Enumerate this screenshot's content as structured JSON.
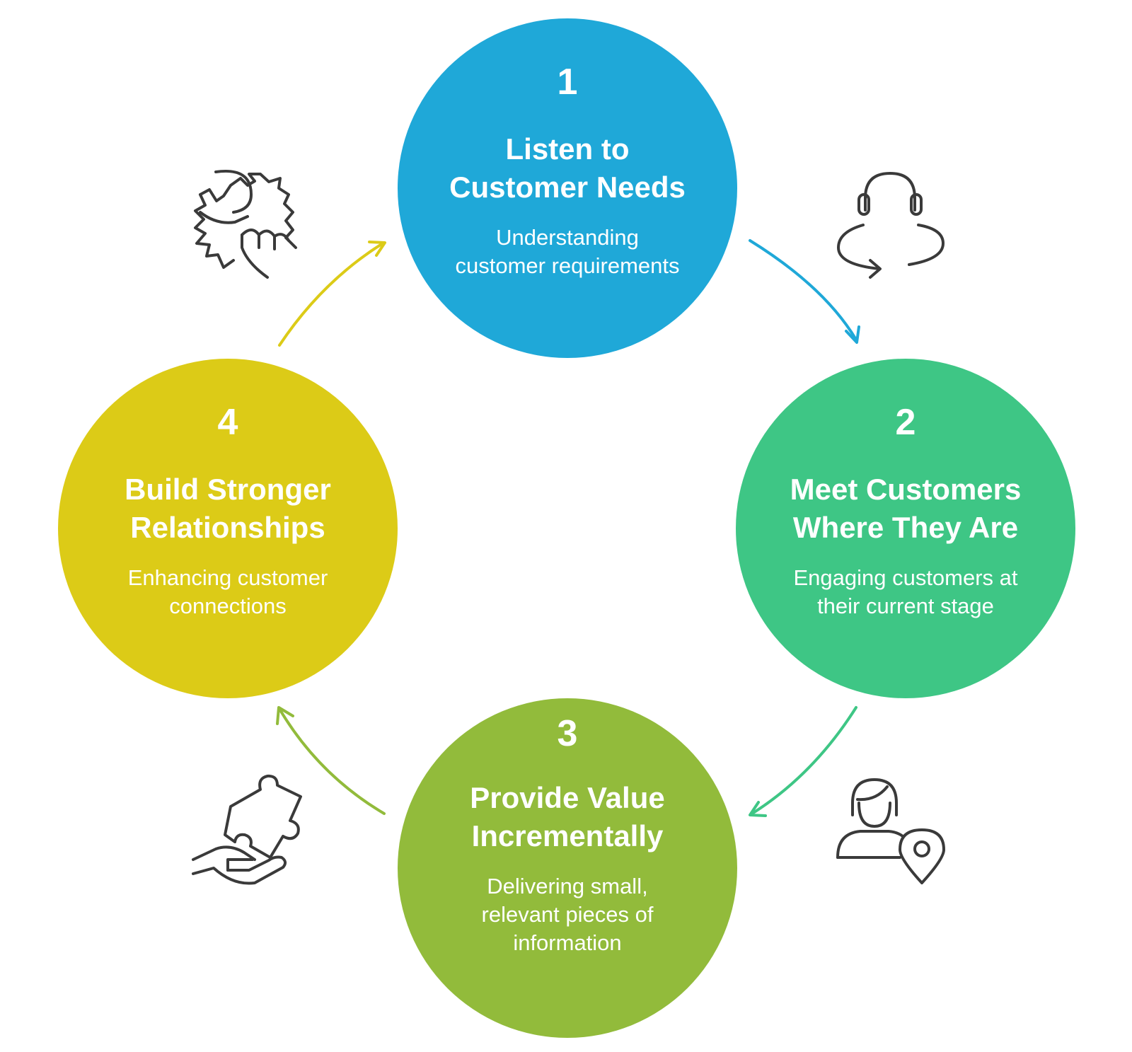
{
  "colors": {
    "step1": "#1fa8d8",
    "step2": "#3ec685",
    "step3": "#92bb3b",
    "step4": "#dccb17",
    "icon": "#3a3a3a"
  },
  "steps": [
    {
      "number": "1",
      "title_line1": "Listen to",
      "title_line2": "Customer Needs",
      "desc_line1": "Understanding",
      "desc_line2": "customer requirements",
      "desc_line3": "",
      "icon": "headset-cycle-icon"
    },
    {
      "number": "2",
      "title_line1": "Meet Customers",
      "title_line2": "Where They Are",
      "desc_line1": "Engaging customers at",
      "desc_line2": "their current stage",
      "desc_line3": "",
      "icon": "person-location-icon"
    },
    {
      "number": "3",
      "title_line1": "Provide Value",
      "title_line2": "Incrementally",
      "desc_line1": "Delivering small,",
      "desc_line2": "relevant pieces of",
      "desc_line3": "information",
      "icon": "hand-puzzle-icon"
    },
    {
      "number": "4",
      "title_line1": "Build Stronger",
      "title_line2": "Relationships",
      "desc_line1": "Enhancing customer",
      "desc_line2": "connections",
      "desc_line3": "",
      "icon": "handshake-puzzle-icon"
    }
  ]
}
